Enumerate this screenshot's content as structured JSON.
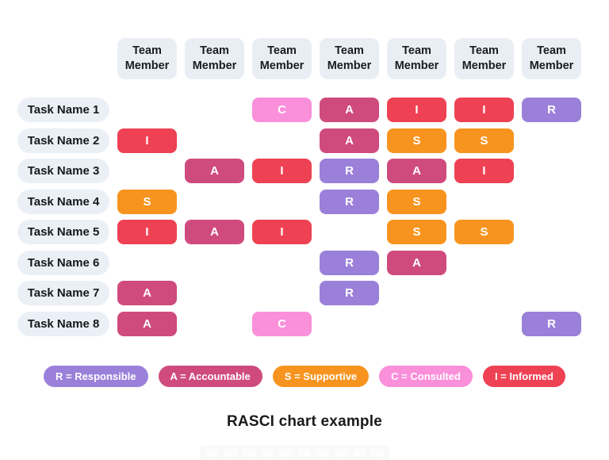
{
  "title": "RASCI chart example",
  "colors": {
    "responsible": "#9B80DA",
    "accountable": "#CF4B7E",
    "supportive": "#F7941F",
    "consulted": "#FA8FDA",
    "informed": "#EF4154",
    "header_bg": "#E9EEF4",
    "label_bg": "#EAF0F6",
    "text_dark": "#1A1A1A"
  },
  "columns": [
    {
      "label": "Team Member"
    },
    {
      "label": "Team Member"
    },
    {
      "label": "Team Member"
    },
    {
      "label": "Team Member"
    },
    {
      "label": "Team Member"
    },
    {
      "label": "Team Member"
    },
    {
      "label": "Team Member"
    }
  ],
  "rows": [
    {
      "label": "Task Name 1",
      "cells": [
        {
          "col": 3,
          "letter": "C",
          "role": "consulted"
        },
        {
          "col": 4,
          "letter": "A",
          "role": "accountable"
        },
        {
          "col": 5,
          "letter": "I",
          "role": "informed"
        },
        {
          "col": 6,
          "letter": "I",
          "role": "informed"
        },
        {
          "col": 7,
          "letter": "R",
          "role": "responsible"
        }
      ]
    },
    {
      "label": "Task Name 2",
      "cells": [
        {
          "col": 1,
          "letter": "I",
          "role": "informed"
        },
        {
          "col": 4,
          "letter": "A",
          "role": "accountable"
        },
        {
          "col": 5,
          "letter": "S",
          "role": "supportive"
        },
        {
          "col": 6,
          "letter": "S",
          "role": "supportive"
        }
      ]
    },
    {
      "label": "Task Name 3",
      "cells": [
        {
          "col": 2,
          "letter": "A",
          "role": "accountable"
        },
        {
          "col": 3,
          "letter": "I",
          "role": "informed"
        },
        {
          "col": 4,
          "letter": "R",
          "role": "responsible"
        },
        {
          "col": 5,
          "letter": "A",
          "role": "accountable"
        },
        {
          "col": 6,
          "letter": "I",
          "role": "informed"
        }
      ]
    },
    {
      "label": "Task Name 4",
      "cells": [
        {
          "col": 1,
          "letter": "S",
          "role": "supportive"
        },
        {
          "col": 4,
          "letter": "R",
          "role": "responsible"
        },
        {
          "col": 5,
          "letter": "S",
          "role": "supportive"
        }
      ]
    },
    {
      "label": "Task Name 5",
      "cells": [
        {
          "col": 1,
          "letter": "I",
          "role": "informed"
        },
        {
          "col": 2,
          "letter": "A",
          "role": "accountable"
        },
        {
          "col": 3,
          "letter": "I",
          "role": "informed"
        },
        {
          "col": 5,
          "letter": "S",
          "role": "supportive"
        },
        {
          "col": 6,
          "letter": "S",
          "role": "supportive"
        }
      ]
    },
    {
      "label": "Task Name 6",
      "cells": [
        {
          "col": 4,
          "letter": "R",
          "role": "responsible"
        },
        {
          "col": 5,
          "letter": "A",
          "role": "accountable"
        }
      ]
    },
    {
      "label": "Task Name 7",
      "cells": [
        {
          "col": 1,
          "letter": "A",
          "role": "accountable"
        },
        {
          "col": 4,
          "letter": "R",
          "role": "responsible"
        }
      ]
    },
    {
      "label": "Task Name 8",
      "cells": [
        {
          "col": 1,
          "letter": "A",
          "role": "accountable"
        },
        {
          "col": 3,
          "letter": "C",
          "role": "consulted"
        },
        {
          "col": 7,
          "letter": "R",
          "role": "responsible"
        }
      ]
    }
  ],
  "legend": [
    {
      "label": "R = Responsible",
      "role": "responsible"
    },
    {
      "label": "A = Accountable",
      "role": "accountable"
    },
    {
      "label": "S = Supportive",
      "role": "supportive"
    },
    {
      "label": "C = Consulted",
      "role": "consulted"
    },
    {
      "label": "I = Informed",
      "role": "informed"
    }
  ],
  "chart_data": {
    "type": "table",
    "title": "RASCI chart example",
    "column_headers": [
      "Team Member",
      "Team Member",
      "Team Member",
      "Team Member",
      "Team Member",
      "Team Member",
      "Team Member"
    ],
    "row_headers": [
      "Task Name 1",
      "Task Name 2",
      "Task Name 3",
      "Task Name 4",
      "Task Name 5",
      "Task Name 6",
      "Task Name 7",
      "Task Name 8"
    ],
    "matrix": [
      [
        "",
        "",
        "C",
        "A",
        "I",
        "I",
        "R"
      ],
      [
        "I",
        "",
        "",
        "A",
        "S",
        "S",
        ""
      ],
      [
        "",
        "A",
        "I",
        "R",
        "A",
        "I",
        ""
      ],
      [
        "S",
        "",
        "",
        "R",
        "S",
        "",
        ""
      ],
      [
        "I",
        "A",
        "I",
        "",
        "S",
        "S",
        ""
      ],
      [
        "",
        "",
        "",
        "R",
        "A",
        "",
        ""
      ],
      [
        "A",
        "",
        "",
        "R",
        "",
        "",
        ""
      ],
      [
        "A",
        "",
        "C",
        "",
        "",
        "",
        "R"
      ]
    ],
    "legend_entries": [
      "R = Responsible",
      "A = Accountable",
      "S = Supportive",
      "C = Consulted",
      "I = Informed"
    ],
    "legend_position": "bottom"
  }
}
